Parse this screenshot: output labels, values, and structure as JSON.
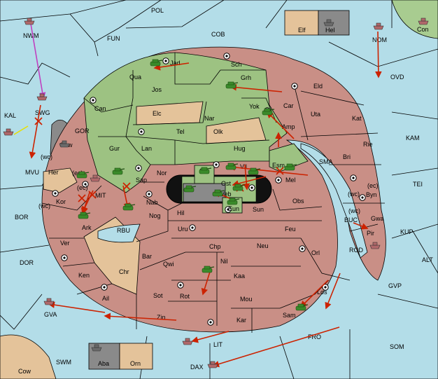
{
  "regions": [
    {
      "name": "POL"
    },
    {
      "name": "FUN"
    },
    {
      "name": "COB"
    },
    {
      "name": "NWM"
    },
    {
      "name": "NOM"
    },
    {
      "name": "OVD"
    },
    {
      "name": "Con"
    },
    {
      "name": "Elf"
    },
    {
      "name": "Hel"
    },
    {
      "name": "KAL"
    },
    {
      "name": "SWG"
    },
    {
      "name": "MVU"
    },
    {
      "name": "GOR"
    },
    {
      "name": "Gaw"
    },
    {
      "name": "Her"
    },
    {
      "name": "(wc)"
    },
    {
      "name": "(ec)"
    },
    {
      "name": "MIT"
    },
    {
      "name": "Kor"
    },
    {
      "name": "Ark"
    },
    {
      "name": "BOR"
    },
    {
      "name": "Ver"
    },
    {
      "name": "DOR"
    },
    {
      "name": "Ken"
    },
    {
      "name": "Ail"
    },
    {
      "name": "GVA"
    },
    {
      "name": "Chr"
    },
    {
      "name": "RBU"
    },
    {
      "name": "Zin"
    },
    {
      "name": "Sot"
    },
    {
      "name": "Rot"
    },
    {
      "name": "Bar"
    },
    {
      "name": "Qwi"
    },
    {
      "name": "Nog"
    },
    {
      "name": "Hil"
    },
    {
      "name": "Nab"
    },
    {
      "name": "Uru"
    },
    {
      "name": "Chp"
    },
    {
      "name": "Nil"
    },
    {
      "name": "Kaa"
    },
    {
      "name": "Mou"
    },
    {
      "name": "Kar"
    },
    {
      "name": "Sam"
    },
    {
      "name": "Los"
    },
    {
      "name": "Orl"
    },
    {
      "name": "Neu"
    },
    {
      "name": "Feu"
    },
    {
      "name": "Sun"
    },
    {
      "name": "Obs"
    },
    {
      "name": "Eun"
    },
    {
      "name": "Veb"
    },
    {
      "name": "Ost"
    },
    {
      "name": "Skr"
    },
    {
      "name": "Vil"
    },
    {
      "name": "Mel"
    },
    {
      "name": "Esm"
    },
    {
      "name": "SMA"
    },
    {
      "name": "Nor"
    },
    {
      "name": "Sap"
    },
    {
      "name": "Lan"
    },
    {
      "name": "Gur"
    },
    {
      "name": "Can"
    },
    {
      "name": "Elc"
    },
    {
      "name": "Jos"
    },
    {
      "name": "Qua"
    },
    {
      "name": "Jad"
    },
    {
      "name": "Sch"
    },
    {
      "name": "Grh"
    },
    {
      "name": "Yok"
    },
    {
      "name": "Car"
    },
    {
      "name": "Amp"
    },
    {
      "name": "Nar"
    },
    {
      "name": "Olk"
    },
    {
      "name": "Tel"
    },
    {
      "name": "Hug"
    },
    {
      "name": "Eld"
    },
    {
      "name": "Uta"
    },
    {
      "name": "Kat"
    },
    {
      "name": "Rie"
    },
    {
      "name": "Bri"
    },
    {
      "name": "Byn"
    },
    {
      "name": "Gwa"
    },
    {
      "name": "Pir"
    },
    {
      "name": "BUC"
    },
    {
      "name": "ROD"
    },
    {
      "name": "KAM"
    },
    {
      "name": "TEI"
    },
    {
      "name": "KUP"
    },
    {
      "name": "ALT"
    },
    {
      "name": "GVP"
    },
    {
      "name": "SOM"
    },
    {
      "name": "FRO"
    },
    {
      "name": "LIT"
    },
    {
      "name": "DAX"
    },
    {
      "name": "SWM"
    },
    {
      "name": "Cow"
    },
    {
      "name": "Aba"
    },
    {
      "name": "Orn"
    }
  ],
  "colors": {
    "brown": "#c98f86",
    "green": "#9dc282",
    "tan": "#e4c39a",
    "grey": "#8a8a8a",
    "sea": "#b3dde8",
    "arrow": "#cc2200",
    "support_arrow": "#c040c0",
    "hold_arrow": "#e8e000",
    "army_green": "#3a8a2a",
    "fleet_grey": "#6a6a6a",
    "unit_brown": "#b0686a"
  }
}
